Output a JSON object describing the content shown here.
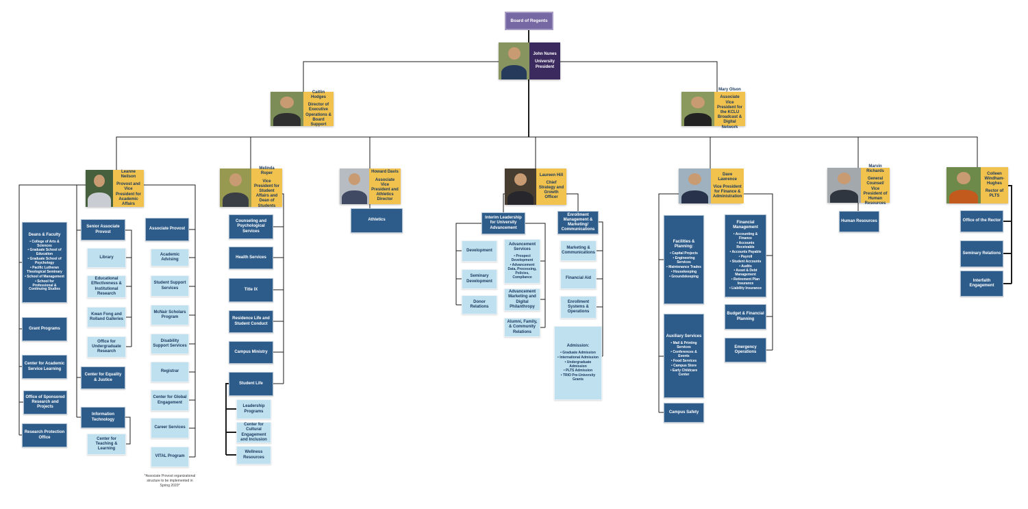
{
  "palette": {
    "board_purple": "#7668A2",
    "president_purple": "#3B2A5E",
    "gold": "#F1C24D",
    "navy_box": "#2E5C8A",
    "light_blue_box": "#BFE0EE",
    "text_navy": "#17365D",
    "connector": "#1A1A1A"
  },
  "org": {
    "board": {
      "label": "Board of Regents"
    },
    "president": {
      "name": "John Nunes",
      "title": "University President",
      "photo": {
        "bg": "#87945F",
        "top": "#263A5C"
      }
    },
    "assistants": [
      {
        "name": "Caitlin Hodges",
        "title": "Director of Executive Operations & Board Support",
        "photo": {
          "bg": "#7C8D57",
          "top": "#2F2F2F"
        }
      },
      {
        "name": "Mary Olson",
        "title": "Associate Vice President for the KCLU Broadcast & Digital Network",
        "photo": {
          "bg": "#8A9A5E",
          "top": "#222222"
        }
      }
    ],
    "academic": {
      "leader": {
        "name": "Leanne Neilson",
        "title": "Provost and Vice President for Academic Affairs",
        "photo": {
          "bg": "#46603E",
          "top": "#C9CCD3"
        }
      },
      "deans": {
        "title": "Deans & Faculty",
        "items": [
          "College of Arts & Sciences",
          "Graduate School of Education",
          "Graduate School of Psychology",
          "Pacific Lutheran Theological Seminary",
          "School of Management",
          "School for Professional & Continuing Studies"
        ]
      },
      "left": [
        "Grant Programs",
        "Center for Academic Service Learning",
        "Office of Sponsored Research and Projects",
        "Research Protection Office"
      ],
      "senior_associate_provost": {
        "title": "Senior Associate Provost",
        "children": [
          "Library",
          "Educational Effectiveness & Institutional Research",
          "Kwan Fong and Rolland Galleries",
          "Office for Undergraduate Research"
        ]
      },
      "center_equality": "Center for Equality & Justice",
      "it": {
        "title": "Information Technology",
        "children": [
          "Center for Teaching & Learning"
        ]
      },
      "associate_provost": {
        "title": "Associate Provost",
        "children": [
          "Academic Advising",
          "Student Support Services",
          "McNair Scholars Program",
          "Disability Support Services",
          "Registrar",
          "Center for Global Engagement",
          "Career Services",
          "VITAL Program"
        ]
      },
      "footnote": "*Associate Provost organizational structure to be implemented in Spring 2020*"
    },
    "student_affairs": {
      "leader": {
        "name": "Melinda Roper",
        "title": "Vice President for Student Affairs and Dean of Students",
        "photo": {
          "bg": "#96994F",
          "top": "#3A3F46"
        }
      },
      "departments": [
        "Counseling and Psychological Services",
        "Health Services",
        "Title IX",
        "Residence Life and Student Conduct",
        "Campus Ministry",
        "Student Life"
      ],
      "student_life_children": [
        "Leadership Programs",
        "Center for Cultural Engagement and Inclusion",
        "Wellness Resources"
      ]
    },
    "athletics": {
      "leader": {
        "name": "Howard Davis",
        "title": "Associate Vice President and Athletics Director",
        "photo": {
          "bg": "#B6BCC2",
          "top": "#414A63"
        }
      },
      "department": "Athletics"
    },
    "strategy": {
      "leader": {
        "name": "Laureen Hill",
        "title": "Chief Strategy and Growth Officer",
        "photo": {
          "bg": "#463C30",
          "top": "#26262C"
        }
      },
      "advancement": {
        "title": "Interim Leadership for University Advancement",
        "left": [
          "Development",
          "Seminary Development",
          "Donor Relations"
        ],
        "services": {
          "title": "Advancement Services",
          "items": [
            "Prospect Development",
            "Advancement Data, Processing, Policies, Compliance"
          ]
        },
        "right": [
          "Advancement Marketing and Digital Philanthropy",
          "Alumni, Family, & Community Relations"
        ]
      },
      "enrollment": {
        "title": "Enrollment Management & Marketing/ Communications",
        "children": [
          "Marketing & Communications",
          "Financial Aid",
          "Enrollment Systems & Operations"
        ],
        "admission": {
          "title": "Admission:",
          "items": [
            "Graduate Admission",
            "International Admission",
            "Undergraduate Admission",
            "PLTS Admission",
            "TRIO Pre-University Grants"
          ]
        }
      }
    },
    "finance": {
      "leader": {
        "name": "Dave Lawrence",
        "title": "Vice President for Finance & Administration",
        "photo": {
          "bg": "#9FB0BF",
          "top": "#28324A"
        }
      },
      "facilities": {
        "title": "Facilities & Planning:",
        "items": [
          "Capital Projects",
          "Engineering Services",
          "Maintenance Trades",
          "Housekeeping",
          "Groundskeeping"
        ]
      },
      "auxiliary": {
        "title": "Auxiliary Services",
        "items": [
          "Mail & Printing Services",
          "Conferences & Events",
          "Food Services",
          "Campus Store",
          "Early Childcare Center"
        ]
      },
      "campus_safety": "Campus Safety",
      "financial_management": {
        "title": "Financial Management",
        "items": [
          "Accounting & Finance",
          "Accounts Receivable",
          "Accounts Payable",
          "Payroll",
          "Student Accounts",
          "Audits",
          "Asset & Debt Management",
          "Retirement Plan Insurance",
          "Liability Insurance"
        ]
      },
      "budget": "Budget & Financial Planning",
      "emergency": "Emergency Operations"
    },
    "hr": {
      "leader": {
        "name": "Marvin Richards",
        "title": "General Counsel/ Vice President of Human Resources",
        "photo": {
          "bg": "#A3A8AD",
          "top": "#30363F"
        }
      },
      "department": "Human Resources"
    },
    "plts": {
      "leader": {
        "name": "Colleen Windham-Hughes",
        "title": "Rector of PLTS",
        "photo": {
          "bg": "#6D8A4A",
          "top": "#C25A1E"
        }
      },
      "departments": [
        "Office of the Rector",
        "Seminary Relations",
        "Interfaith Engagement"
      ]
    }
  }
}
